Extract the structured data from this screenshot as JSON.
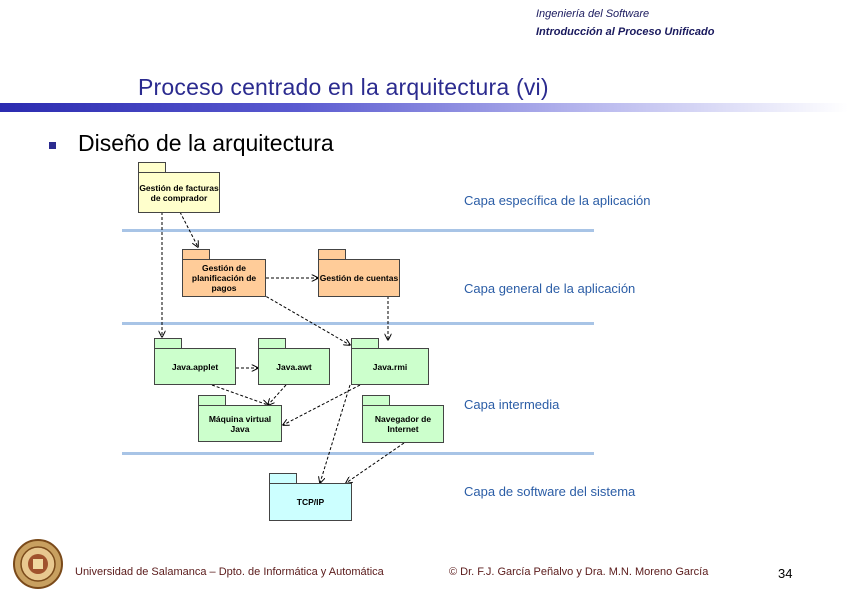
{
  "header": {
    "course": "Ingeniería del Software",
    "topic": "Introducción al Proceso Unificado"
  },
  "slide": {
    "title": "Proceso centrado en la arquitectura (vi)",
    "bullet": "Diseño de la arquitectura"
  },
  "layers": [
    "Capa específica de la aplicación",
    "Capa general de la aplicación",
    "Capa intermedia",
    "Capa de software del sistema"
  ],
  "packages": {
    "facturas": "Gestión de facturas de comprador",
    "planificacion": "Gestión de planificación de pagos",
    "cuentas": "Gestión de cuentas",
    "applet": "Java.applet",
    "awt": "Java.awt",
    "rmi": "Java.rmi",
    "jvm": "Máquina virtual Java",
    "navegador": "Navegador de Internet",
    "tcpip": "TCP/IP"
  },
  "colors": {
    "specific": "#ffffcc",
    "general": "#ffcc99",
    "middleware": "#ccffcc",
    "system": "#ccffff",
    "title": "#2b2b8f",
    "layer_text": "#2b5da6"
  },
  "footer": {
    "institution": "Universidad de Salamanca – Dpto. de Informática y Automática",
    "authors": "© Dr. F.J. García Peñalvo y Dra. M.N. Moreno García",
    "page": "34"
  },
  "logo_icon": "university-seal-icon"
}
